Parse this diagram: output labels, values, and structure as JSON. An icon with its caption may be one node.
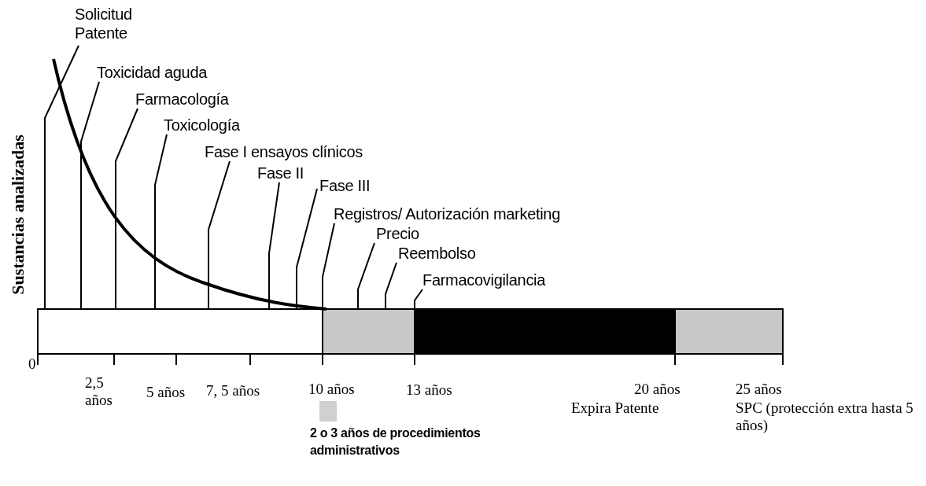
{
  "diagram": {
    "nodes": [
      {
        "text": [
          "Solicitud Patente"
        ]
      },
      {
        "text": [
          "Toxicidad aguda"
        ]
      },
      {
        "text": [
          "Farmacología"
        ]
      },
      {
        "text": [
          "Toxicología"
        ]
      },
      {
        "text": [
          "Fase I ensayos clínicos"
        ]
      },
      {
        "text": [
          "Fase II"
        ]
      },
      {
        "text": [
          "Fase III"
        ]
      },
      {
        "text": [
          "Registros/ Autorización marketing"
        ]
      },
      {
        "text": [
          "Precio"
        ]
      },
      {
        "text": [
          "Reembolso"
        ]
      },
      {
        "text": [
          "Farmacovigilancia"
        ]
      }
    ],
    "edges": [
      {
        "from": 0,
        "to": null,
        "arrow": "none"
      },
      {
        "from": 1,
        "to": null,
        "arrow": "none"
      },
      {
        "from": 2,
        "to": null,
        "arrow": "none"
      },
      {
        "from": 3,
        "to": null,
        "arrow": "none"
      },
      {
        "from": 4,
        "to": null,
        "arrow": "none"
      },
      {
        "from": 5,
        "to": null,
        "arrow": "none"
      },
      {
        "from": 6,
        "to": null,
        "arrow": "none"
      },
      {
        "from": 7,
        "to": null,
        "arrow": "none"
      },
      {
        "from": 8,
        "to": null,
        "arrow": "none"
      },
      {
        "from": 9,
        "to": null,
        "arrow": "none"
      },
      {
        "from": 10,
        "to": null,
        "arrow": "none"
      }
    ],
    "labels": [
      "Sustancias analizadas",
      "0",
      "2,5 años",
      "5 años",
      "7, 5 años",
      "10 años",
      "13 años",
      "20 años",
      "25 años",
      "Expira Patente",
      "SPC (protección extra hasta 5 años)"
    ],
    "legend": [
      {
        "text": "2 o 3 años de procedimientos administrativos",
        "color": "#d0d0d0"
      }
    ]
  }
}
